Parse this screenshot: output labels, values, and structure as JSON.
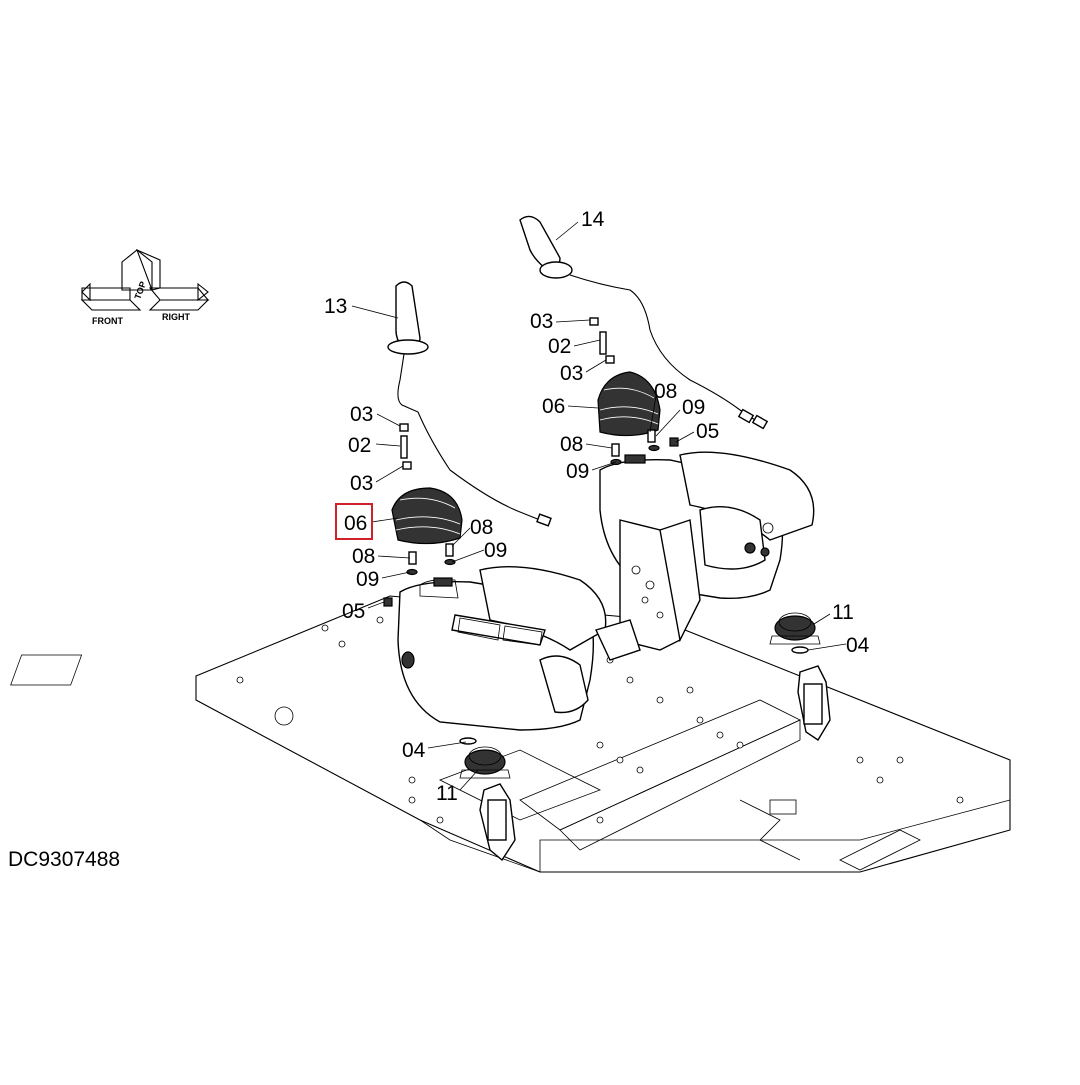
{
  "diagram": {
    "drawing_code": "DC9307488",
    "compass": {
      "front": "FRONT",
      "top": "TOP",
      "right": "RIGHT"
    },
    "highlight_color": "#d0202a",
    "callouts": {
      "c13": "13",
      "c14": "14",
      "l03a": "03",
      "l02": "02",
      "l03b": "03",
      "l06": "06",
      "l08a": "08",
      "l08b": "08",
      "l09a": "09",
      "l09b": "09",
      "l05": "05",
      "l04": "04",
      "l11": "11",
      "r03a": "03",
      "r02": "02",
      "r03b": "03",
      "r06": "06",
      "r08a": "08",
      "r08b": "08",
      "r09a": "09",
      "r09b": "09",
      "r05": "05",
      "r11": "11",
      "r04": "04"
    },
    "highlighted_part": "06"
  }
}
